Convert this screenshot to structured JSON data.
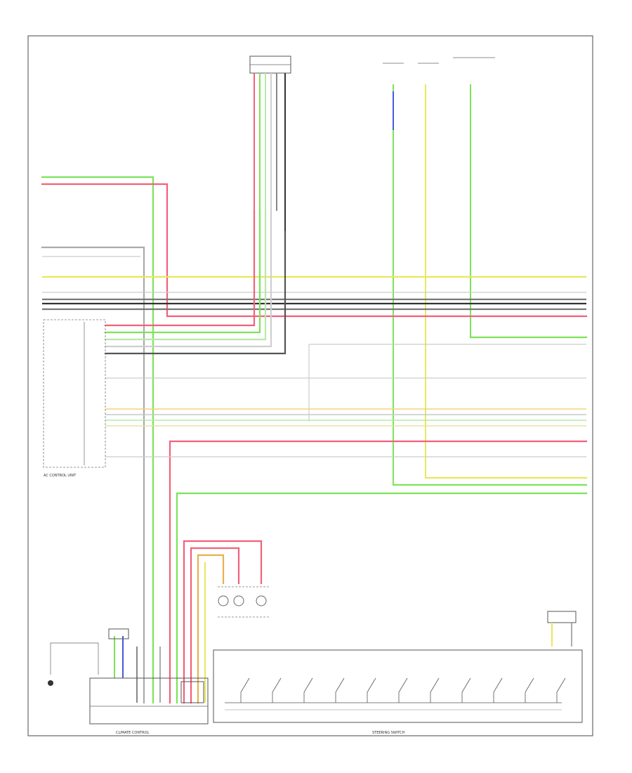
{
  "diagram": {
    "footer_code": "",
    "components": {
      "ac_control_unit": "AC CONTROL UNIT",
      "climate_control": "CLIMATE CONTROL",
      "steering_switch": "STEERING SWITCH",
      "top_connector": "",
      "fuse_left": "",
      "fuse_mid": "",
      "fuse_right": "",
      "combination_switch": "",
      "horn_switch": "",
      "temp_sensor": ""
    },
    "colors": {
      "green": "#7de35a",
      "red": "#f2607a",
      "yellow": "#e8e85a",
      "gray": "#8a8a8a",
      "black": "#333333",
      "blue": "#4a5bd8",
      "orange": "#e8b050",
      "frame": "#555555"
    },
    "wire_labels": {
      "left_top_1": "",
      "left_top_2": "",
      "left_mid_1": "",
      "left_mid_2": "",
      "yel_left": "",
      "yel_right": "",
      "gray_left": "",
      "gray_right": "",
      "right_1": "",
      "right_2": "",
      "right_3": "",
      "right_4": "",
      "right_5": "",
      "right_6": "",
      "right_7": "",
      "right_8": "",
      "right_9": "",
      "right_10": "",
      "right_11": "",
      "right_12": "",
      "right_13": ""
    },
    "ac_pins": [
      "",
      "",
      "",
      "",
      "",
      "",
      "",
      "",
      "",
      "",
      "",
      ""
    ]
  }
}
